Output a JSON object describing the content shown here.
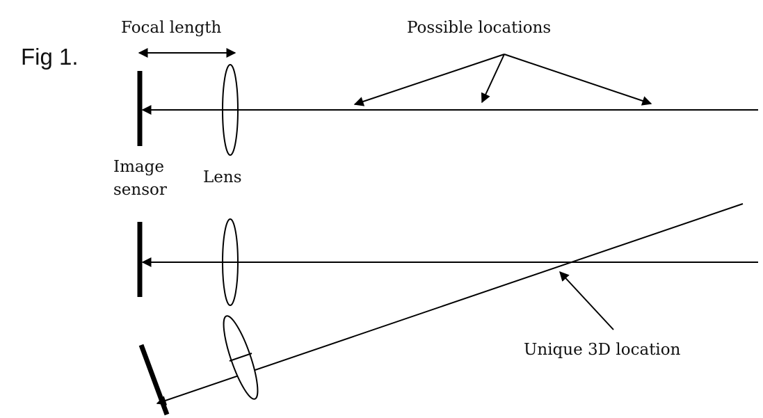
{
  "figure": {
    "label": "Fig 1."
  },
  "labels": {
    "focal_length": "Focal length",
    "possible_locations": "Possible locations",
    "image_sensor_line1": "Image",
    "image_sensor_line2": "sensor",
    "lens": "Lens",
    "unique_location": "Unique 3D location"
  }
}
